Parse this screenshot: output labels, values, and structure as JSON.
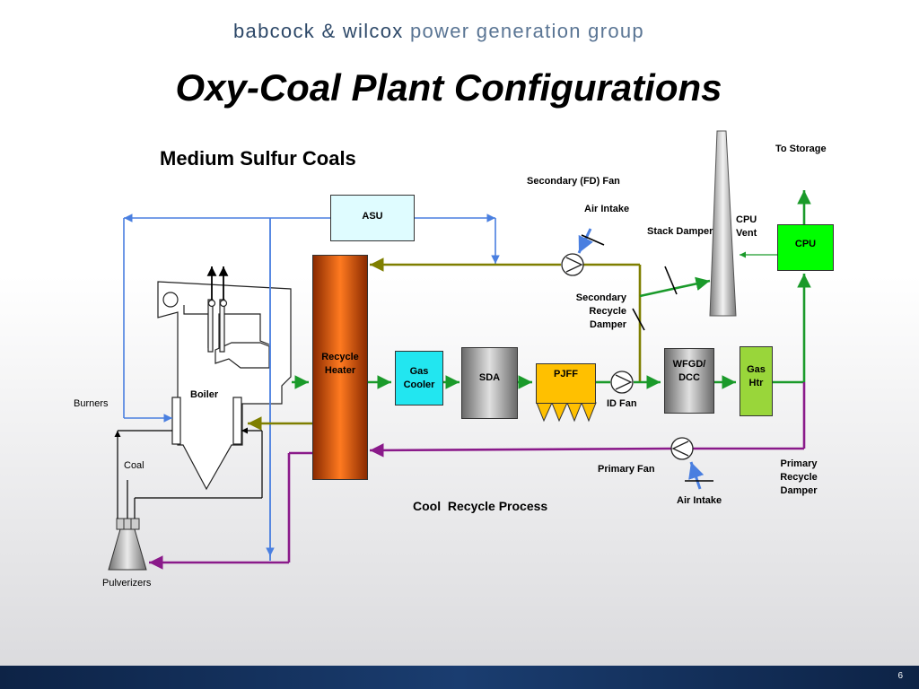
{
  "header": {
    "brand_part1": "babcock & wilcox",
    "brand_part2": "power generation group"
  },
  "slide": {
    "title": "Oxy-Coal Plant Configurations",
    "subtitle": "Medium Sulfur Coals",
    "page_number": "6"
  },
  "units": {
    "asu": "ASU",
    "recycle_heater": "Recycle Heater",
    "gas_cooler": "Gas Cooler",
    "sda": "SDA",
    "pjff": "PJFF",
    "wfgd": "WFGD/ DCC",
    "gas_htr": "Gas Htr",
    "cpu": "CPU",
    "boiler": "Boiler"
  },
  "labels": {
    "to_storage": "To Storage",
    "secondary_fan": "Secondary (FD) Fan",
    "air_intake_top": "Air Intake",
    "stack_damper": "Stack Damper",
    "cpu_vent": "CPU Vent",
    "secondary_recycle_damper": "Secondary Recycle Damper",
    "id_fan": "ID Fan",
    "burners": "Burners",
    "coal": "Coal",
    "pulverizers": "Pulverizers",
    "primary_fan": "Primary Fan",
    "primary_recycle_damper": "Primary Recycle Damper",
    "air_intake_bottom": "Air Intake",
    "process_name": "Cool  Recycle Process"
  },
  "colors": {
    "oxygen_line": "#4a7fe0",
    "secondary_recycle_line": "#7f7f00",
    "flue_gas_line": "#1a9a2a",
    "primary_recycle_line": "#8a1a8a",
    "asu": "#dffcff",
    "recycle_heater": "#e65a10",
    "gas_cooler": "#22e6f0",
    "pjff": "#ffc000",
    "cpu": "#00ff00",
    "gas_htr": "#99d63a",
    "footer": "#1a3d70"
  }
}
